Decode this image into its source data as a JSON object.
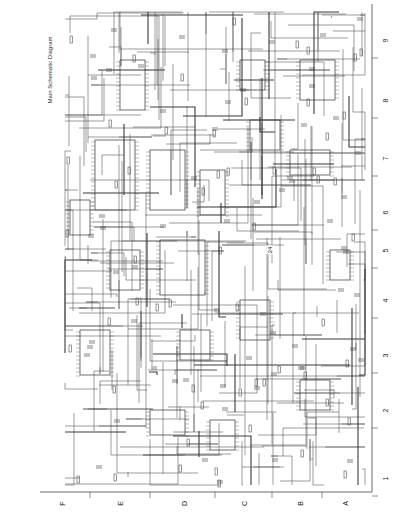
{
  "diagram": {
    "title": "Main Schematic Diagram",
    "labels": [
      "F",
      "E",
      "D",
      "C",
      "B",
      "A",
      "9",
      "8",
      "7",
      "6",
      "5",
      "4",
      "3",
      "2",
      "1",
      "24"
    ]
  }
}
